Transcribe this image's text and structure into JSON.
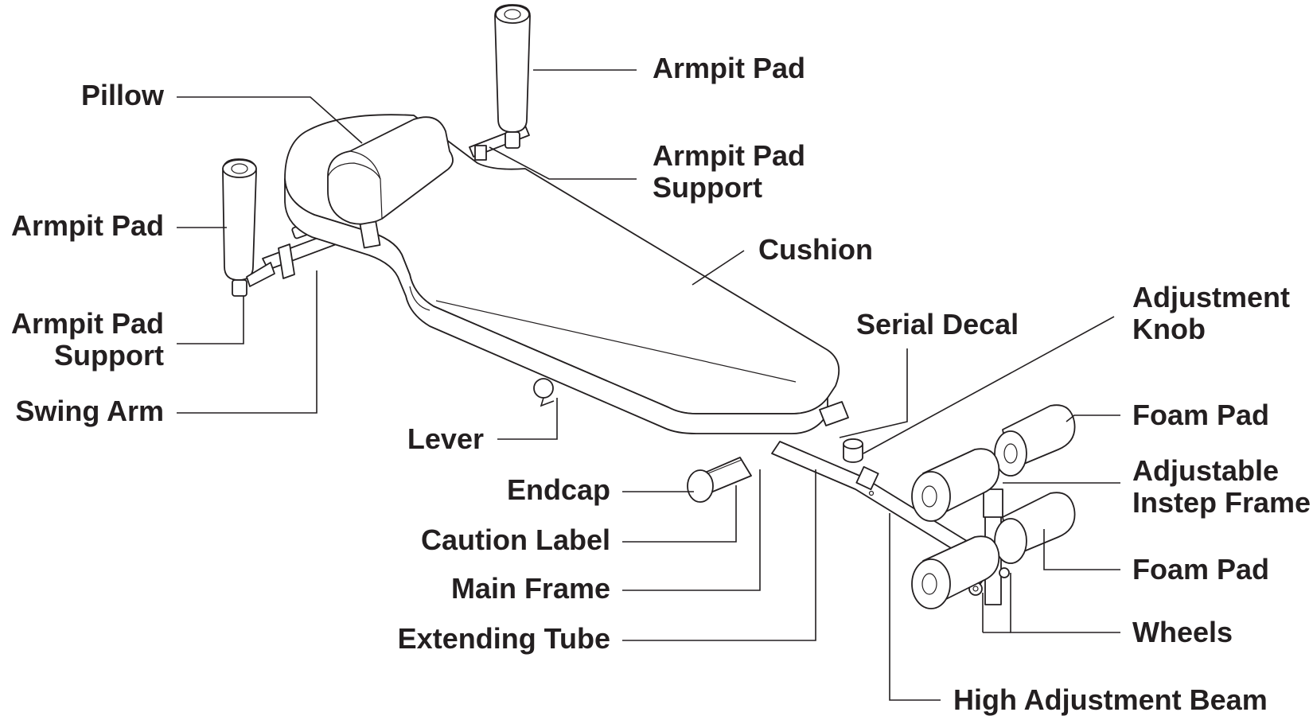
{
  "labels": {
    "armpit_pad_top": "Armpit Pad",
    "pillow": "Pillow",
    "armpit_pad_support_top_1": "Armpit Pad",
    "armpit_pad_support_top_2": "Support",
    "armpit_pad_left": "Armpit Pad",
    "cushion": "Cushion",
    "armpit_pad_support_left_1": "Armpit Pad",
    "armpit_pad_support_left_2": "Support",
    "serial_decal": "Serial Decal",
    "adjustment_knob_1": "Adjustment",
    "adjustment_knob_2": "Knob",
    "swing_arm": "Swing Arm",
    "foam_pad_top": "Foam Pad",
    "lever": "Lever",
    "adjustable_instep_frame_1": "Adjustable",
    "adjustable_instep_frame_2": "Instep Frame",
    "endcap": "Endcap",
    "caution_label": "Caution Label",
    "foam_pad_bottom": "Foam Pad",
    "main_frame": "Main Frame",
    "wheels": "Wheels",
    "extending_tube": "Extending Tube",
    "high_adjustment_beam": "High Adjustment Beam"
  }
}
